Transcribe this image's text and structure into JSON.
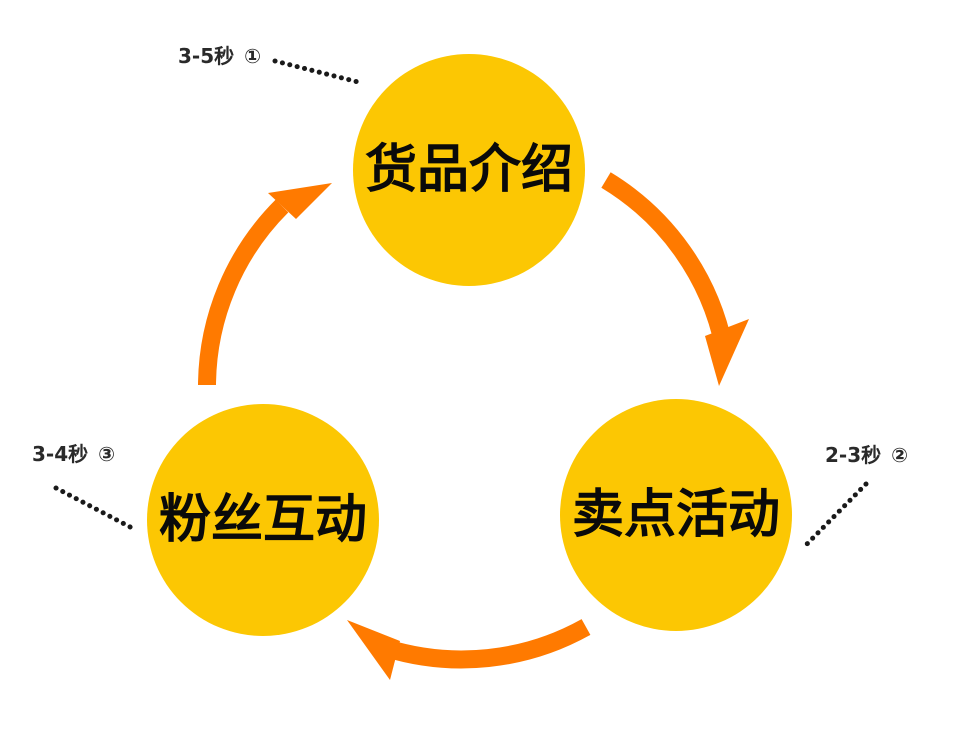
{
  "nodes": [
    {
      "label": "货品介绍"
    },
    {
      "label": "卖点活动"
    },
    {
      "label": "粉丝互动"
    }
  ],
  "notes": [
    {
      "duration": "3-5秒",
      "marker": "①"
    },
    {
      "duration": "2-3秒",
      "marker": "②"
    },
    {
      "duration": "3-4秒",
      "marker": "③"
    }
  ],
  "colors": {
    "circle_fill": "#FCC703",
    "arrow": "#FF7A00",
    "text": "#0A0A0A",
    "dots": "#1A1A1A"
  }
}
